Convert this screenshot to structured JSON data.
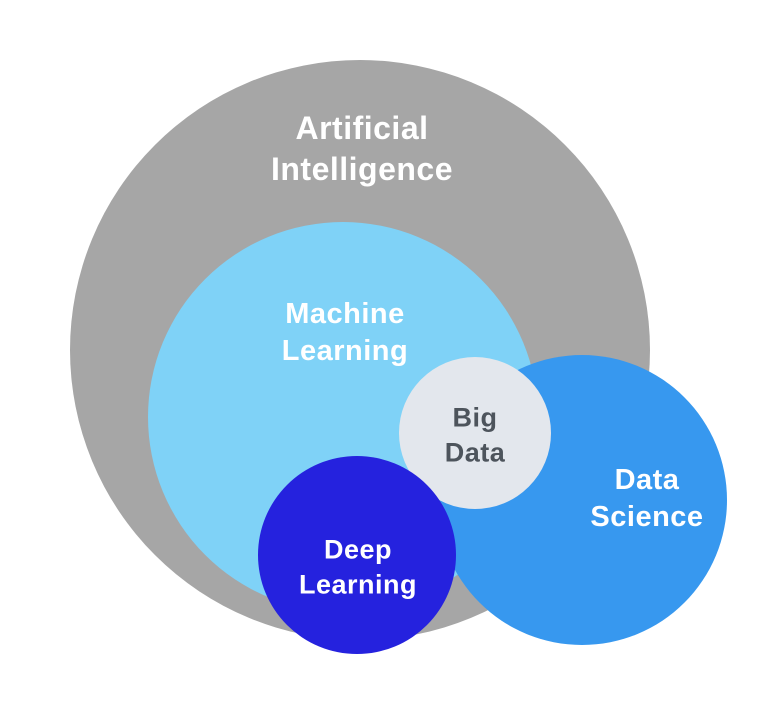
{
  "title": "AI concepts Venn diagram",
  "colors": {
    "background": "#ffffff",
    "artificial_intelligence": "#a6a6a6",
    "machine_learning": "#7fd2f7",
    "data_science": "#3798ef",
    "big_data": "#e3e7ed",
    "deep_learning": "#2522de",
    "label_light": "#ffffff",
    "label_dark": "#4d545c"
  },
  "diagram": {
    "type": "venn-nested-circles",
    "circles": {
      "ai": {
        "label": "Artificial\nIntelligence",
        "color": "#a6a6a6",
        "text_color": "#ffffff"
      },
      "ml": {
        "label": "Machine\nLearning",
        "color": "#7fd2f7",
        "text_color": "#ffffff"
      },
      "big_data": {
        "label": "Big\nData",
        "color": "#e3e7ed",
        "text_color": "#4d545c"
      },
      "data_science": {
        "label": "Data\nScience",
        "color": "#3798ef",
        "text_color": "#ffffff"
      },
      "deep_learning": {
        "label": "Deep\nLearning",
        "color": "#2522de",
        "text_color": "#ffffff"
      }
    }
  }
}
